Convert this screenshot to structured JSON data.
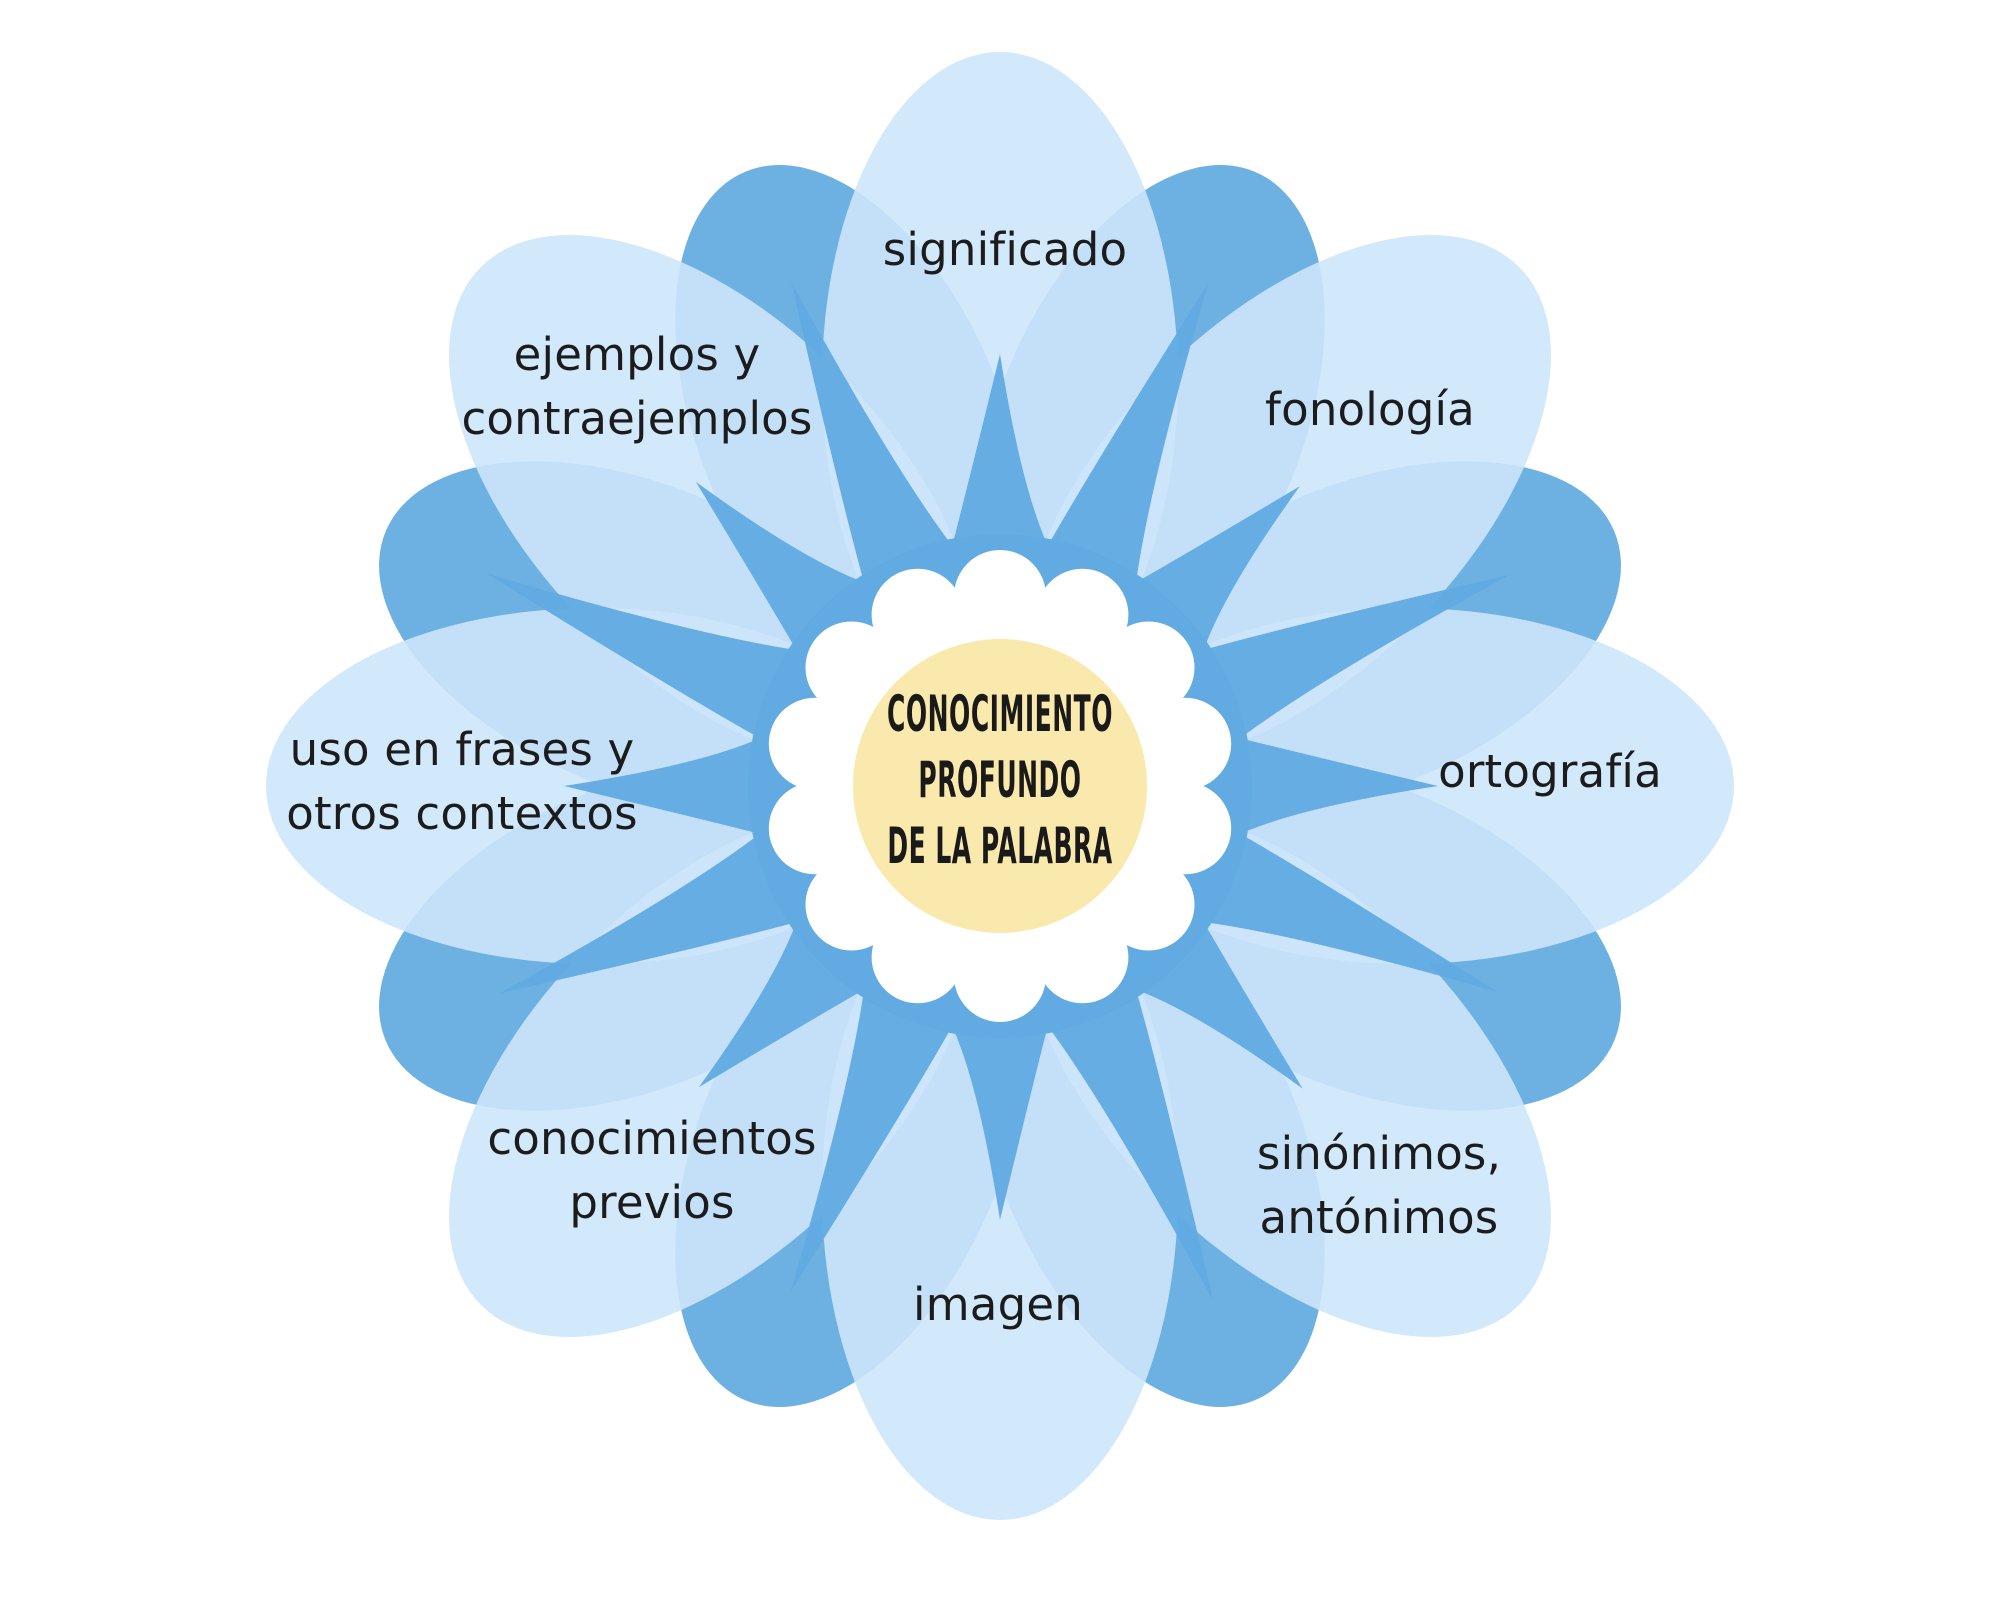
{
  "diagram": {
    "type": "flower-mind-map",
    "background": "#ffffff",
    "center": {
      "text": "CONOCIMIENTO\nPROFUNDO\nDE LA PALABRA",
      "circle_color": "#fae9ac",
      "scallop_color": "#ffffff",
      "text_color": "#1a1a1a"
    },
    "petals": [
      {
        "text": "significado"
      },
      {
        "text": "fonología"
      },
      {
        "text": "ortografía"
      },
      {
        "text": "sinónimos,\nantónimos"
      },
      {
        "text": "imagen"
      },
      {
        "text": "conocimientos\nprevios"
      },
      {
        "text": "uso en frases y\notros contextos"
      },
      {
        "text": "ejemplos y\ncontraejemplos"
      }
    ],
    "colors": {
      "petal_light": "#cde6fb",
      "petal_dark": "#6db1e3",
      "star_blue": "#62abe2",
      "label_text": "#1c1c1c"
    }
  }
}
